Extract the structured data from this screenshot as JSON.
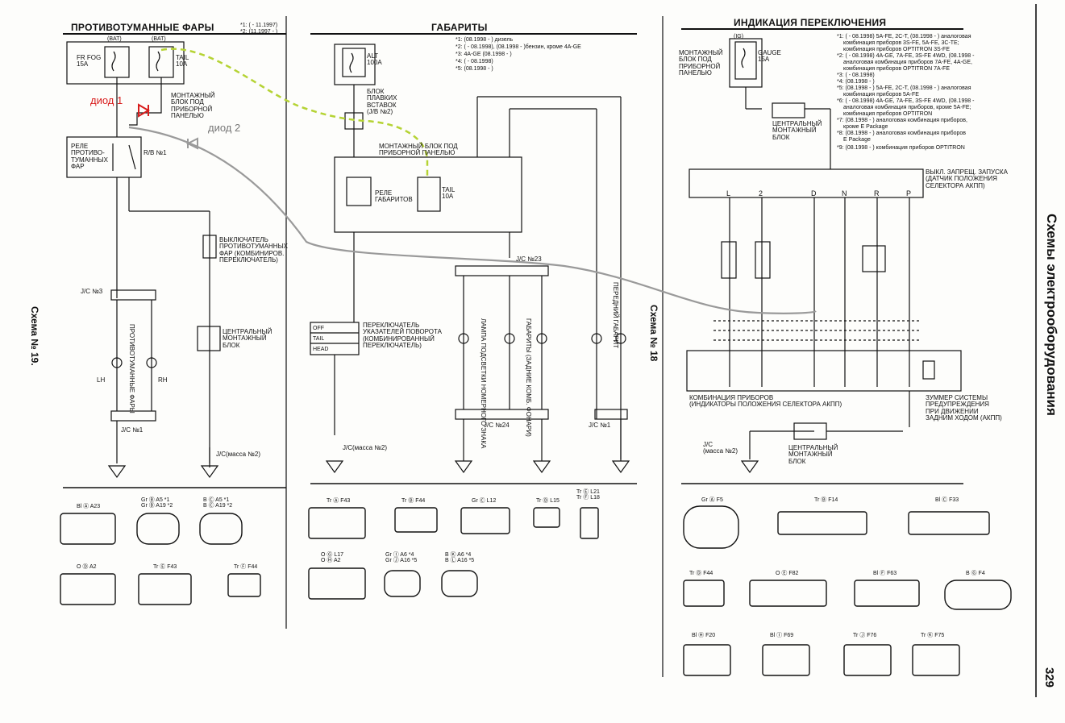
{
  "sections": {
    "fog": {
      "title": "ПРОТИВОТУМАННЫЕ ФАРЫ",
      "notes": [
        "*1: ( - 11.1997)",
        "*2: (11.1997 - )"
      ],
      "fuse_fog": "FR FOG\n15A",
      "fuse_tail": "TAIL\n10A",
      "bat": "(BAT)",
      "mount_block": "МОНТАЖНЫЙ\nБЛОК ПОД\nПРИБОРНОЙ\nПАНЕЛЬЮ",
      "relay": "РЕЛЕ\nПРОТИВО-\nТУМАННЫХ\nФАР",
      "relay_id": "R/B №1",
      "switch": "ВЫКЛЮЧАТЕЛЬ\nПРОТИВОТУМАННЫХ\nФАР (КОМБИНИРОВ.\nПЕРЕКЛЮЧАТЕЛЬ)",
      "jc3": "J/C №3",
      "lamps": "ПРОТИВОТУМАННЫЕ ФАРЫ",
      "central": "ЦЕНТРАЛЬНЫЙ\nМОНТАЖНЫЙ\nБЛОК",
      "jc1": "J/C №1",
      "ground": "J/C(масса №2)",
      "lh": "LH",
      "rh": "RH",
      "schema": "Схема № 19."
    },
    "gabarity": {
      "title": "ГАБАРИТЫ",
      "notes": [
        "*1: (08.1998 - ) дизель",
        "*2: ( - 08.1998), (08.1998 - )бензин, кроме 4A-GE",
        "*3: 4A-GE (08.1998 - )",
        "*4: ( - 08.1998)",
        "*5: (08.1998 - )"
      ],
      "alt": "ALT\n100A",
      "fusible": "БЛОК\nПЛАВКИХ\nВСТАВОК\n(J/B №2)",
      "mount_block": "МОНТАЖНЫЙ БЛОК ПОД\nПРИБОРНОЙ ПАНЕЛЬЮ",
      "relay": "РЕЛЕ\nГАБАРИТОВ",
      "tail": "TAIL\n10A",
      "jc23": "J/C №23",
      "switch": "ПЕРЕКЛЮЧАТЕЛЬ\nУКАЗАТЕЛЕЙ ПОВОРОТА\n(КОМБИНИРОВАННЫЙ\nПЕРЕКЛЮЧАТЕЛЬ)",
      "switch_rows": [
        "OFF",
        "TAIL",
        "HEAD"
      ],
      "lamp_plate": "ЛАМПА ПОДСВЕТКИ\nНОМЕРНОГО ЗНАКА",
      "lamp_rear": "ГАБАРИТЫ (ЗАДНИЕ\nКОМБ. ФОНАРИ)",
      "lamp_front": "ПЕРЕДНИЙ ГАБАРИТ",
      "jc24": "J/C №24",
      "jc1": "J/C №1",
      "ground": "J/C(масса №2)",
      "schema": "Схема № 18"
    },
    "indication": {
      "title": "ИНДИКАЦИЯ ПЕРЕКЛЮЧЕНИЯ",
      "gauge": "GAUGE\n15A",
      "ig": "(IG)",
      "mount_block": "МОНТАЖНЫЙ\nБЛОК ПОД\nПРИБОРНОЙ\nПАНЕЛЬЮ",
      "central": "ЦЕНТРАЛЬНЫЙ\nМОНТАЖНЫЙ\nБЛОК",
      "notes": [
        "*1: ( - 08.1998) 5A-FE, 2C-T, (08.1998 - ) аналоговая",
        "комбинация приборов 3S-FE, 5A-FE, 3C-TE;",
        "комбинация приборов OPTITRON 3S-FE",
        "*2: ( - 08.1998) 4A-GE, 7A-FE, 3S-FE 4WD, (08.1998 -",
        "аналоговая комбинация приборов 7A-FE, 4A-GE,",
        "комбинация приборов OPTITRON 7A-FE",
        "*3: ( - 08.1998)",
        "*4: (08.1998 - )",
        "*5: (08.1998 - ) 5A-FE, 2C-T, (08.1998 - ) аналоговая",
        "комбинация приборов 5A-FE",
        "*6: ( - 08.1998) 4A-GE, 7A-FE, 3S-FE 4WD, (08.1998 -",
        "аналоговая комбинация приборов, кроме 5A-FE;",
        "комбинация приборов OPTITRON",
        "*7: (08.1998 - ) аналоговая комбинация приборов,",
        "кроме E Package",
        "*8: (08.1998 - ) аналоговая комбинация приборов",
        "E Package",
        "*9: (08.1998 - ) комбинация приборов OPTITRON"
      ],
      "start_switch": "ВЫКЛ. ЗАПРЕЩ. ЗАПУСКА\n(ДАТЧИК ПОЛОЖЕНИЯ\nСЕЛЕКТОРА АКПП)",
      "cluster": "КОМБИНАЦИЯ ПРИБОРОВ\n(ИНДИКАТОРЫ ПОЛОЖЕНИЯ СЕЛЕКТОРА АКПП)",
      "buzzer": "ЗУММЕР СИСТЕМЫ\nПРЕДУПРЕЖДЕНИЯ\nПРИ ДВИЖЕНИИ\nЗАДНИМ ХОДОМ (АКПП)",
      "jc_ground": "J/C\n(масса №2)",
      "central2": "ЦЕНТРАЛЬНЫЙ\nМОНТАЖНЫЙ\nБЛОК",
      "positions": [
        "L",
        "2",
        "D",
        "N",
        "R",
        "P"
      ]
    }
  },
  "annotations": {
    "diode1": "диод 1",
    "diode2": "диод 2"
  },
  "side": {
    "title": "Схемы электрооборудования",
    "page": "329"
  },
  "connectors": [
    {
      "label": "Bl Ⓐ A23"
    },
    {
      "label": "Gr Ⓑ A5 *1\nGr Ⓑ A19 *2"
    },
    {
      "label": "B Ⓒ A5 *1\nB Ⓒ A19 *2"
    },
    {
      "label": "O Ⓓ A2"
    },
    {
      "label": "Tr Ⓔ F43"
    },
    {
      "label": "Tr Ⓕ F44"
    },
    {
      "label": "Tr Ⓐ F43"
    },
    {
      "label": "Tr Ⓑ F44"
    },
    {
      "label": "Gr Ⓒ L12"
    },
    {
      "label": "Tr Ⓓ L15"
    },
    {
      "label": "Tr Ⓔ L21\nTr Ⓕ L18"
    },
    {
      "label": "O Ⓖ L17\nO Ⓗ A2"
    },
    {
      "label": "Gr Ⓘ A6 *4\nGr Ⓙ A16 *5"
    },
    {
      "label": "B Ⓚ A6 *4\nB Ⓛ A16 *5"
    },
    {
      "label": "Gr Ⓐ F5"
    },
    {
      "label": "Tr Ⓑ F14"
    },
    {
      "label": "Bl Ⓒ F33"
    },
    {
      "label": "Tr Ⓓ F44"
    },
    {
      "label": "O Ⓔ F82"
    },
    {
      "label": "Bl Ⓕ F63"
    },
    {
      "label": "B Ⓖ F4"
    },
    {
      "label": "Bl Ⓗ F20"
    },
    {
      "label": "Bl Ⓘ F69"
    },
    {
      "label": "Tr Ⓙ F76"
    },
    {
      "label": "Tr Ⓚ F75"
    }
  ],
  "colors": {
    "ink": "#111111",
    "diode1": "#d81c1c",
    "dashed_wire": "#b5d334",
    "grey_wire": "#9a9a9a"
  }
}
